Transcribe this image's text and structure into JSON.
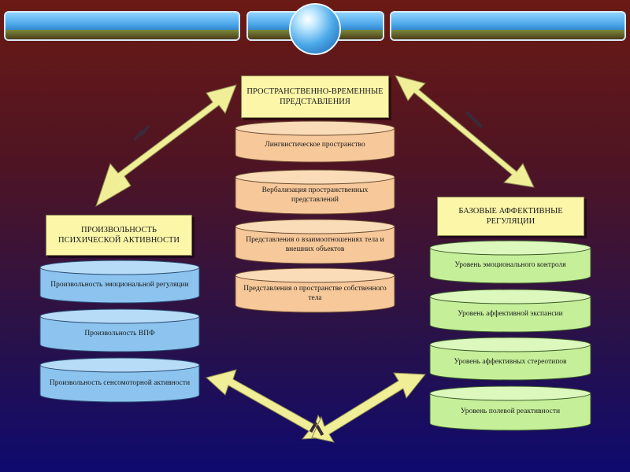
{
  "center": {
    "title": "ПРОСТРАНСТВЕННО-ВРЕМЕННЫЕ ПРЕДСТАВЛЕНИЯ",
    "levels": [
      "Лингвистическое пространство",
      "Вербализация пространственных представлений",
      "Представления о взаимоотношениях тела и внешних объектов",
      "Представления о пространстве собственного тела"
    ]
  },
  "left": {
    "title": "ПРОИЗВОЛЬНОСТЬ ПСИХИЧЕСКОЙ АКТИВНОСТИ",
    "levels": [
      "Произвольность эмоциональной регуляции",
      "Произвольность ВПФ",
      "Произвольность сенсомоторной активности"
    ]
  },
  "right": {
    "title": "БАЗОВЫЕ АФФЕКТИВНЫЕ РЕГУЛЯЦИИ",
    "levels": [
      "Уровень эмоционального контроля",
      "Уровень аффективной экспансии",
      "Уровень аффективных стереотипов",
      "Уровень полевой реактивности"
    ]
  },
  "colors": {
    "label_bg": "#fbf6a8",
    "center_cyl": "#f6c89a",
    "left_cyl": "#8cc4ef",
    "right_cyl": "#c6ef9a",
    "arrow": "#f0ee96"
  }
}
